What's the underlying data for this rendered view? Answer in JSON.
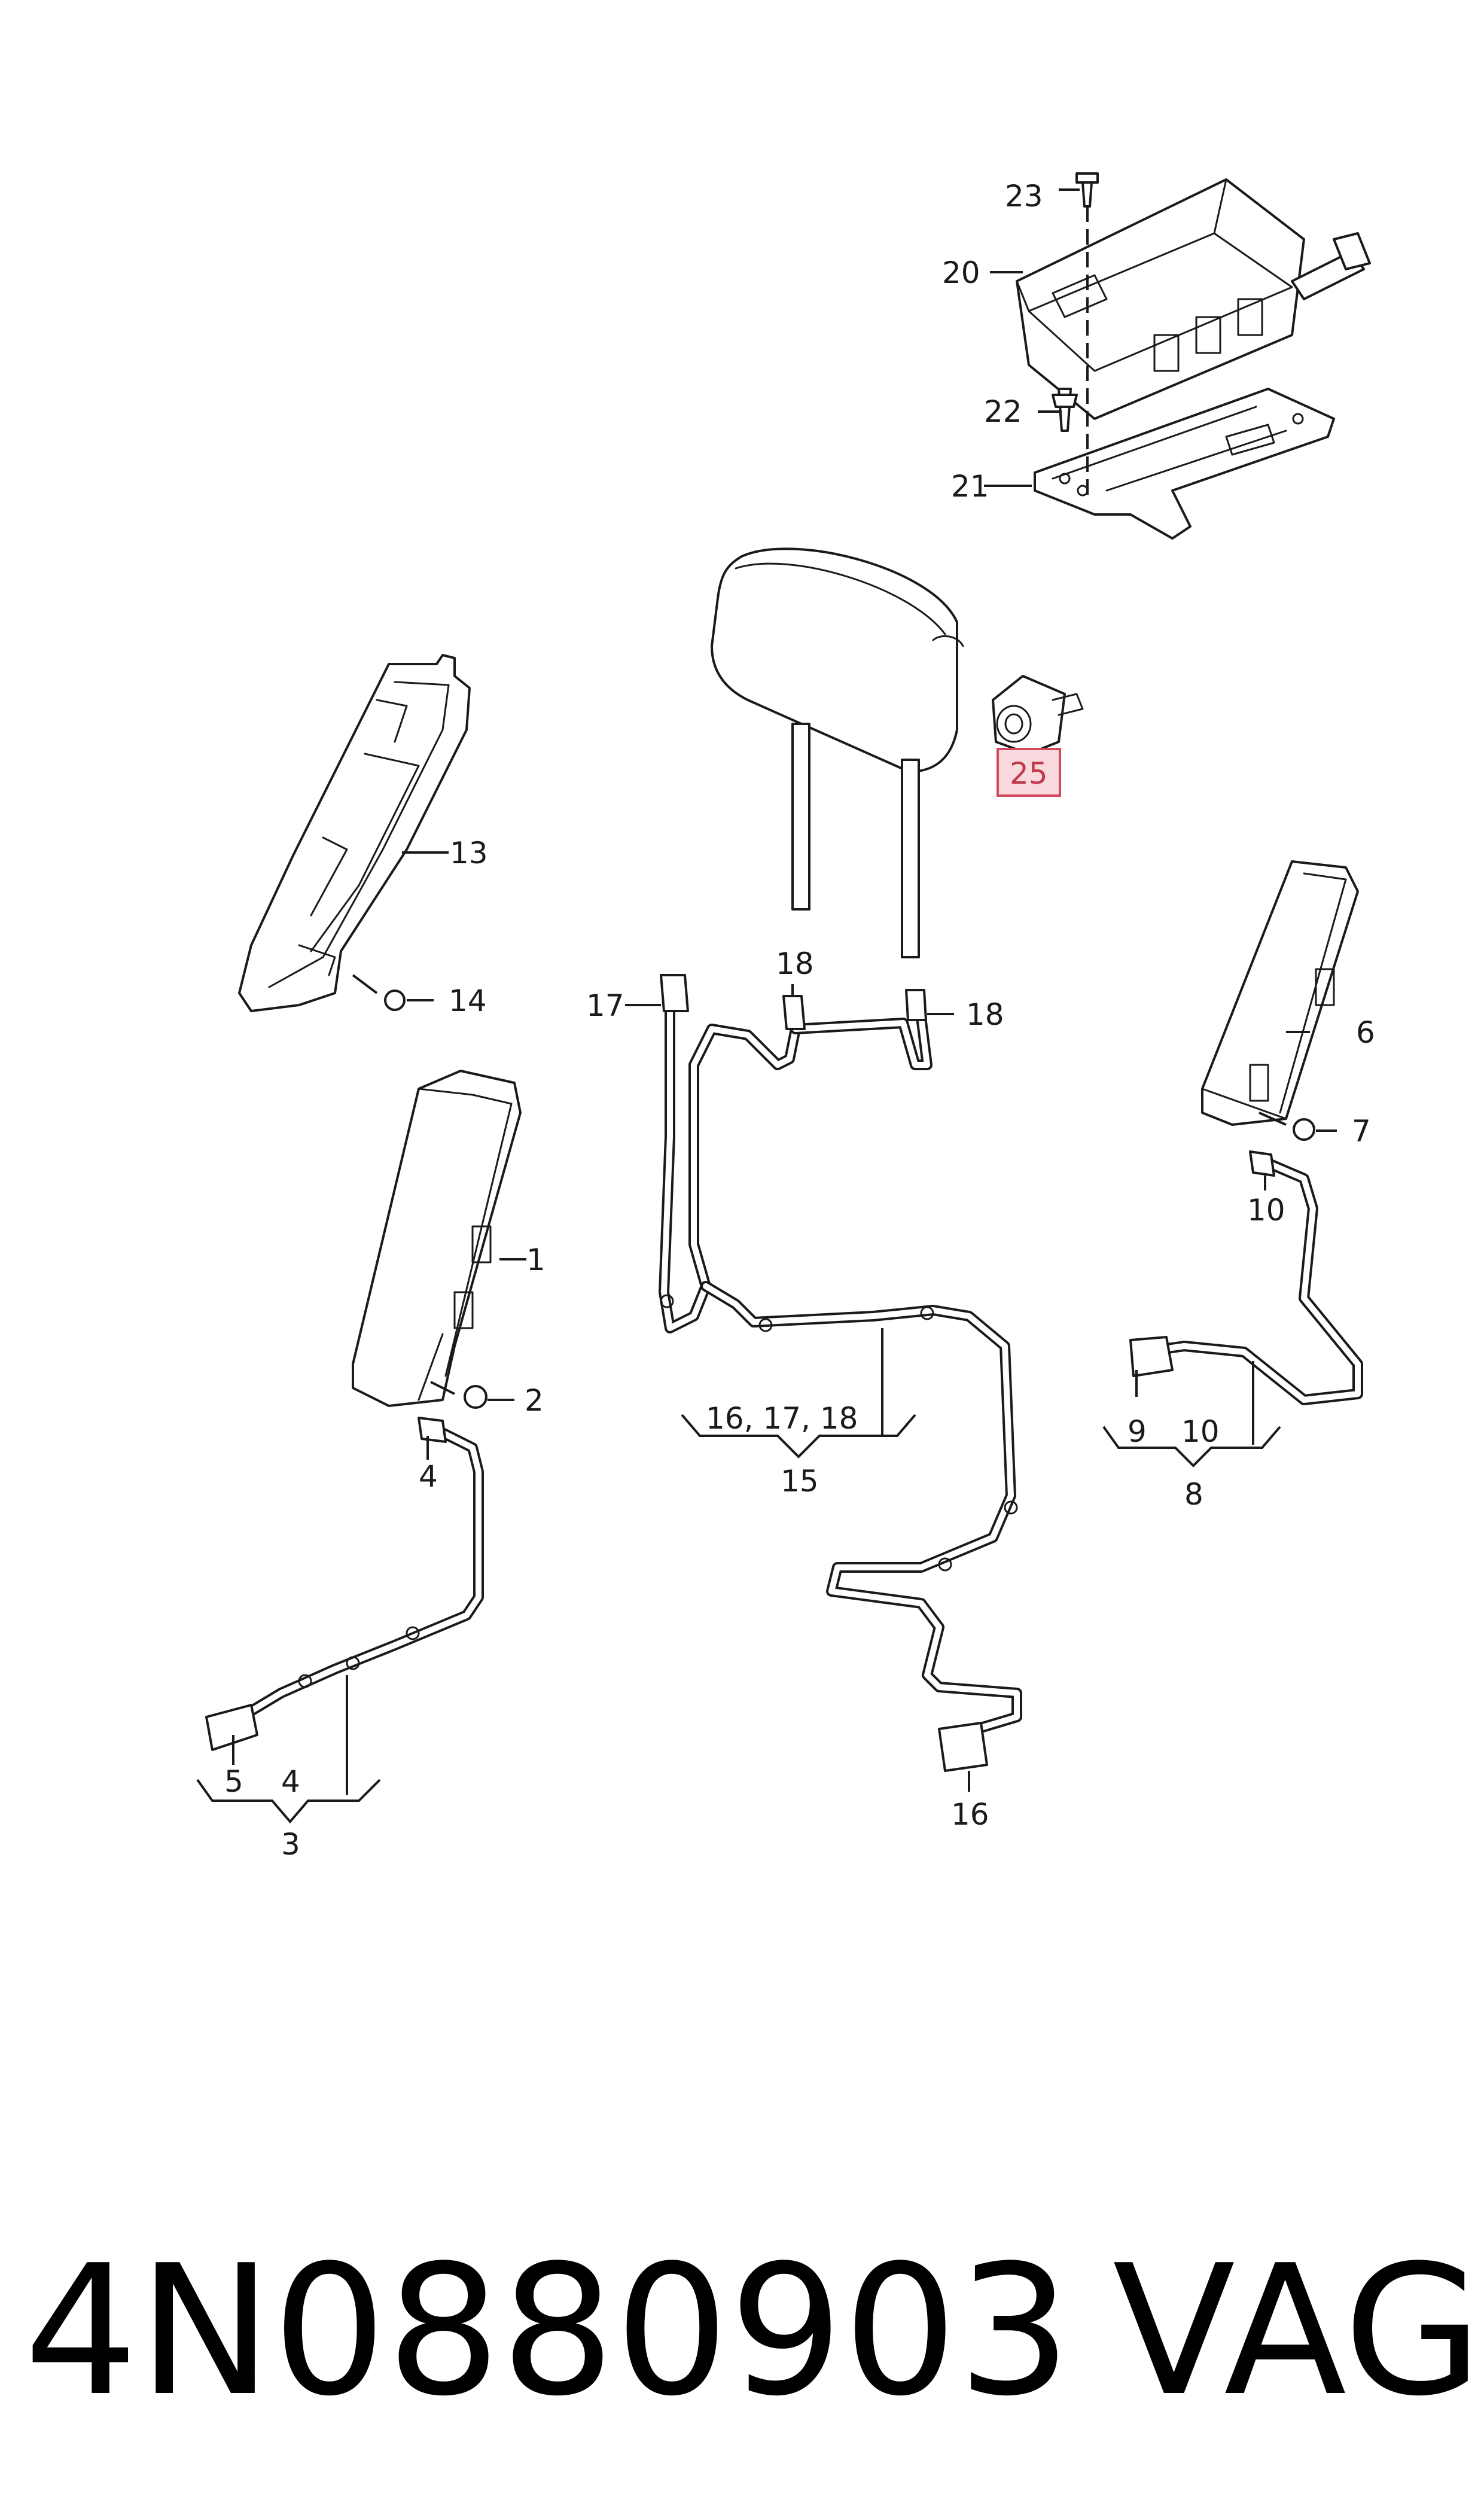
{
  "callouts": {
    "c1": "1",
    "c2": "2",
    "c3": "3",
    "c4a": "4",
    "c4b": "4",
    "c5": "5",
    "c6": "6",
    "c7": "7",
    "c8": "8",
    "c9": "9",
    "c10a": "10",
    "c10b": "10",
    "c13": "13",
    "c14": "14",
    "c15": "15",
    "c15sub": "16, 17, 18",
    "c16": "16",
    "c17": "17",
    "c18a": "18",
    "c18b": "18",
    "c20": "20",
    "c21": "21",
    "c22": "22",
    "c23": "23",
    "c25": "25"
  },
  "highlight_color": "#d24a5e",
  "footer": {
    "part_number": "4N0880903",
    "brand": "VAG"
  }
}
